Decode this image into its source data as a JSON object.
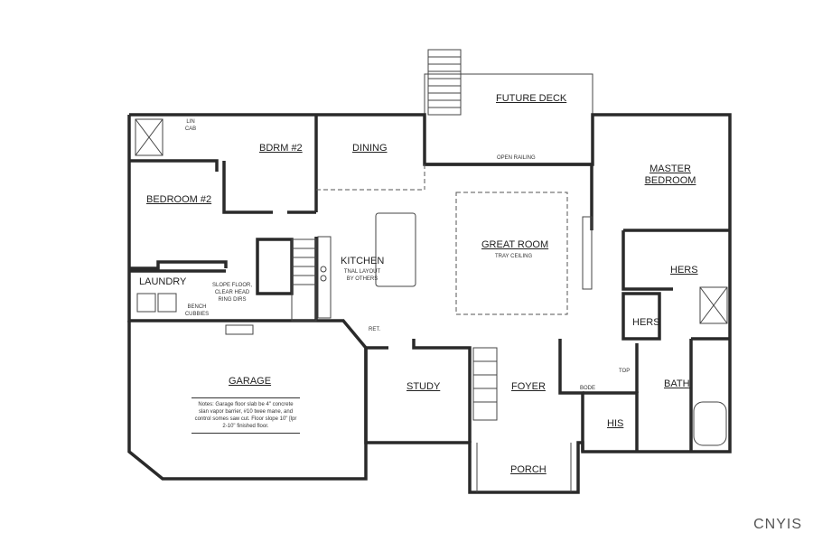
{
  "rooms": {
    "future_deck": "FUTURE DECK",
    "open_railing": "OPEN RAILING",
    "master_bedroom": "MASTER BEDROOM",
    "dining": "DINING",
    "bdrm2": "BDRM #2",
    "bedroom2": "BEDROOM #2",
    "laundry": "LAUNDRY",
    "kitchen": "KITCHEN",
    "kitchen_note": "TNAL LAYOUT BY OTHERS",
    "great_room": "GREAT ROOM",
    "great_room_note": "TRAY CEILING",
    "garage": "GARAGE",
    "study": "STUDY",
    "foyer": "FOYER",
    "porch": "PORCH",
    "hers_closet": "HERS",
    "hers_wic": "HERS",
    "bath": "BATH",
    "his": "HIS",
    "bode": "BODE",
    "top": "TOP",
    "ret": "RET.",
    "bench": "BENCH CUBBIES",
    "lin_cab": "LIN CAB",
    "slope_note": "SLOPE FLOOR, CLEAR HEAD RING DIRS"
  },
  "garage_note": "Notes: Garage floor slab be 4\" concrete slan vapor barrier, #10 twee mane, and control somes saw cut. Floor slope 10\" [lpr 2-10\" finished floor.",
  "watermark": "CNYIS"
}
